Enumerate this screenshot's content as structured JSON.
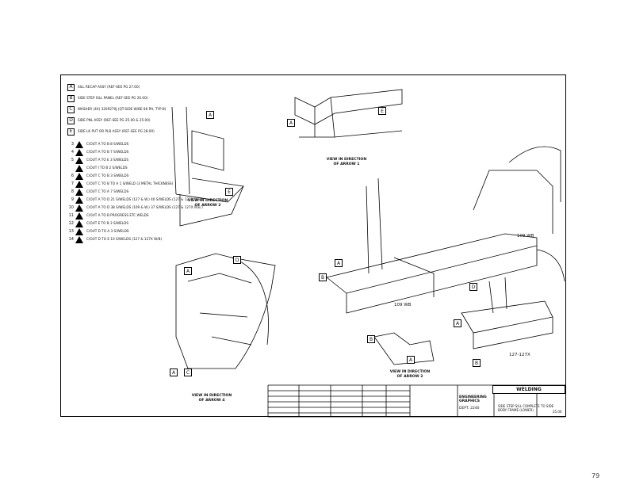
{
  "notes": [
    {
      "key": "A",
      "text": "SILL RECAP ASSY (REF-SEE PG 27.00)"
    },
    {
      "key": "B",
      "text": "SIDE STEP SILL PANEL (REF-SEE PG 26.00)"
    },
    {
      "key": "C",
      "text": "WASHER (4X) 3209270J (QT-SIDE W/BE 86 PH, TYP-B)"
    },
    {
      "key": "D",
      "text": "SIDE PNL ASSY (REF-SEE PG 25.00 & 25.00)"
    },
    {
      "key": "E",
      "text": "SIDE LK PUT OR PLB ASSY (REF-SEE PG 28.00)"
    }
  ],
  "sequence": [
    {
      "num": "3",
      "text": "C/OUT A TO B  8  S/WELDS"
    },
    {
      "num": "4",
      "text": "C/OUT A TO B  7  S/WELDS"
    },
    {
      "num": "5",
      "text": "C/OUT A TO E  3  S/WELDS"
    },
    {
      "num": "",
      "text": "C/OUT I TO B 2 S/WELDS"
    },
    {
      "num": "6",
      "text": "C/OUT C TO B  3  S/WELDS"
    },
    {
      "num": "7",
      "text": "C/OUT C TO B TO A   1   S/WELD (3 METAL THICKNESS)"
    },
    {
      "num": "8",
      "text": "C/OUT C TO A  7  S/WELDS"
    },
    {
      "num": "9",
      "text": "C/OUT A TO D  21  S/WELDS (127 & W.)  40  S/WELDS (127 & 127X W.B.)"
    },
    {
      "num": "10",
      "text": "C/OUT A TO D  38  S/WELDS (109 & W.)  37  S/WELDS (127 & 127X W.B.)"
    },
    {
      "num": "11",
      "text": "C/OUT A TO B  PROGRESS ETC WELDS"
    },
    {
      "num": "12",
      "text": "C/OUT E TO B  3 S/WELDS"
    },
    {
      "num": "13",
      "text": "C/OUT D TO A  3  S/WELDS"
    },
    {
      "num": "14",
      "text": "C/OUT D TO E  10  S/WELDS (127 & 127X W/B)"
    }
  ],
  "captions": {
    "view_arrow_2": "VIEW IN DIRECTION\nOF ARROW 2",
    "view_arrow_1": "VIEW IN DIRECTION\nOF ARROW 1",
    "view_arrow_2b": "VIEW IN DIRECTION\nOF ARROW 2",
    "view_arrow_4": "VIEW IN DIRECTION\nOF ARROW 4"
  },
  "wheelbase": {
    "wb1": "109 WB",
    "wb2": "109 WB",
    "wb3": "127-127X"
  },
  "title_block": {
    "welding": "WELDING",
    "engineering": "ENGINEERING\nGRAPHICS",
    "dept": "DEPT. 2240",
    "title": "SIDE STEP SILL COMPLETE TO SIDE\nBODY FRAME (LOWER)",
    "number": "25.00"
  },
  "page_number": "79",
  "labels": [
    "A",
    "B",
    "C",
    "D",
    "E"
  ]
}
